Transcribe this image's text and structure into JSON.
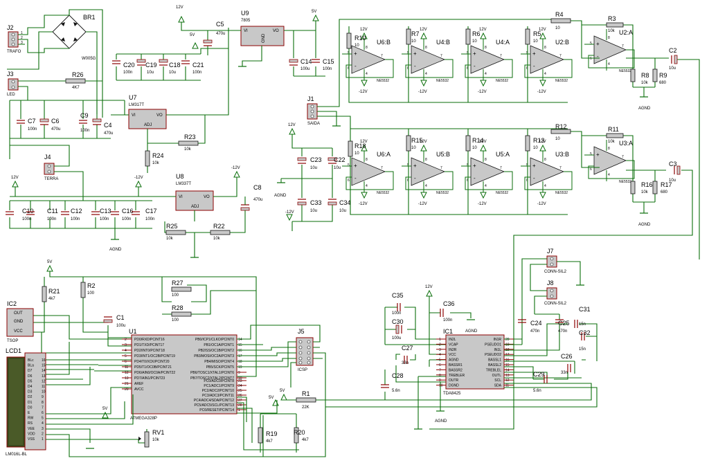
{
  "components": {
    "J2": {
      "ref": "J2",
      "value": "TRAFO"
    },
    "BR1": {
      "ref": "BR1",
      "value": "W005G"
    },
    "J3": {
      "ref": "J3",
      "value": "LED"
    },
    "R26": {
      "ref": "R26",
      "value": "4K7"
    },
    "C7": {
      "ref": "C7",
      "value": "100n"
    },
    "C6": {
      "ref": "C6",
      "value": "470u"
    },
    "C9": {
      "ref": "C9",
      "value": "100n"
    },
    "C4": {
      "ref": "C4",
      "value": "470u"
    },
    "U7": {
      "ref": "U7",
      "value": "LM317T"
    },
    "R23": {
      "ref": "R23",
      "value": "10k"
    },
    "R24": {
      "ref": "R24",
      "value": "10k"
    },
    "J4": {
      "ref": "J4",
      "value": "TERRA"
    },
    "C20": {
      "ref": "C20",
      "value": "100n"
    },
    "C19": {
      "ref": "C19",
      "value": "10u"
    },
    "C18": {
      "ref": "C18",
      "value": "10u"
    },
    "C21": {
      "ref": "C21",
      "value": "100n"
    },
    "C5": {
      "ref": "C5",
      "value": "470u"
    },
    "U9": {
      "ref": "U9",
      "value": "7805"
    },
    "C14": {
      "ref": "C14",
      "value": "100u"
    },
    "C15": {
      "ref": "C15",
      "value": "100n"
    },
    "U8": {
      "ref": "U8",
      "value": "LM337T"
    },
    "C8": {
      "ref": "C8",
      "value": "470u"
    },
    "R25": {
      "ref": "R25",
      "value": "10k"
    },
    "R22": {
      "ref": "R22",
      "value": "10k"
    },
    "C10": {
      "ref": "C10",
      "value": "100n"
    },
    "C11": {
      "ref": "C11",
      "value": "100n"
    },
    "C12": {
      "ref": "C12",
      "value": "100n"
    },
    "C13": {
      "ref": "C13",
      "value": "100n"
    },
    "C16": {
      "ref": "C16",
      "value": "100n"
    },
    "C17": {
      "ref": "C17",
      "value": "100n"
    },
    "J1": {
      "ref": "J1",
      "value": "SAIDA"
    },
    "C23": {
      "ref": "C23",
      "value": "10u"
    },
    "C22": {
      "ref": "C22",
      "value": "10u"
    },
    "C33": {
      "ref": "C33",
      "value": "10u"
    },
    "C34": {
      "ref": "C34",
      "value": "10u"
    },
    "R10": {
      "ref": "R10",
      "value": "10"
    },
    "R7": {
      "ref": "R7",
      "value": "10"
    },
    "R6": {
      "ref": "R6",
      "value": "10"
    },
    "R5": {
      "ref": "R5",
      "value": "10"
    },
    "R4": {
      "ref": "R4",
      "value": "10"
    },
    "R3": {
      "ref": "R3",
      "value": "10k"
    },
    "R8": {
      "ref": "R8",
      "value": "10k"
    },
    "R9": {
      "ref": "R9",
      "value": "680"
    },
    "C2": {
      "ref": "C2",
      "value": "10u"
    },
    "R18": {
      "ref": "R18",
      "value": "10"
    },
    "R15": {
      "ref": "R15",
      "value": "10"
    },
    "R14": {
      "ref": "R14",
      "value": "10"
    },
    "R13": {
      "ref": "R13",
      "value": "10"
    },
    "R12": {
      "ref": "R12",
      "value": "10"
    },
    "R11": {
      "ref": "R11",
      "value": "10k"
    },
    "R16": {
      "ref": "R16",
      "value": "10k"
    },
    "R17": {
      "ref": "R17",
      "value": "680"
    },
    "C3": {
      "ref": "C3",
      "value": "10u"
    },
    "U6B": {
      "ref": "U6:B",
      "value": "NE5532"
    },
    "U4B": {
      "ref": "U4:B",
      "value": "NE5532"
    },
    "U4A": {
      "ref": "U4:A",
      "value": "NE5532"
    },
    "U2B": {
      "ref": "U2:B",
      "value": "NE5532"
    },
    "U2A": {
      "ref": "U2:A",
      "value": "NE5532"
    },
    "U6A": {
      "ref": "U6:A",
      "value": "NE5532"
    },
    "U5B": {
      "ref": "U5:B",
      "value": "NE5532"
    },
    "U5A": {
      "ref": "U5:A",
      "value": "NE5532"
    },
    "U3B": {
      "ref": "U3:B",
      "value": "NE5532"
    },
    "U3A": {
      "ref": "U3:A",
      "value": "NE5532"
    },
    "IC2": {
      "ref": "IC2",
      "value": "TSOP"
    },
    "R21": {
      "ref": "R21",
      "value": "4k7"
    },
    "R2": {
      "ref": "R2",
      "value": "100"
    },
    "C1": {
      "ref": "C1",
      "value": "100u"
    },
    "R27": {
      "ref": "R27",
      "value": "100"
    },
    "R28": {
      "ref": "R28",
      "value": "100"
    },
    "U1": {
      "ref": "U1",
      "value": "ATMEGA328P"
    },
    "J5": {
      "ref": "J5",
      "value": "ICSP"
    },
    "R1": {
      "ref": "R1",
      "value": "22K"
    },
    "R19": {
      "ref": "R19",
      "value": "4k7"
    },
    "R20": {
      "ref": "R20",
      "value": "4k7"
    },
    "RV1": {
      "ref": "RV1",
      "value": "10k"
    },
    "LCD1": {
      "ref": "LCD1",
      "value": "LM016L-BL"
    },
    "J7": {
      "ref": "J7",
      "value": "CONN-SIL2"
    },
    "J8": {
      "ref": "J8",
      "value": "CONN-SIL2"
    },
    "C35": {
      "ref": "C35",
      "value": "100n"
    },
    "C36": {
      "ref": "C36",
      "value": "100n"
    },
    "C30": {
      "ref": "C30",
      "value": "100u"
    },
    "C27": {
      "ref": "C27",
      "value": "33n"
    },
    "C28": {
      "ref": "C28",
      "value": "5.6n"
    },
    "IC1": {
      "ref": "IC1",
      "value": "TDA8425"
    },
    "C24": {
      "ref": "C24",
      "value": "470n"
    },
    "C25": {
      "ref": "C25",
      "value": "470n"
    },
    "C31": {
      "ref": "C31",
      "value": "15n"
    },
    "C32": {
      "ref": "C32",
      "value": "15n"
    },
    "C26": {
      "ref": "C26",
      "value": "33n"
    },
    "C29": {
      "ref": "C29",
      "value": "5.6n"
    }
  },
  "rails": {
    "v12": "12V",
    "vm12": "-12V",
    "v5": "5V",
    "agnd": "AGND"
  },
  "u1": {
    "left_pins": [
      "PD0/RXD/PCINT16",
      "PD1/TXD/PCINT17",
      "PD2/INT0/PCINT18",
      "PD3/INT1/OC2B/PCINT19",
      "PD4/T0/XCK/PCINT20",
      "PD5/T1/OC0B/PCINT21",
      "PD6/AIN0/OC0A/PCINT22",
      "PD7/AIN1/PCINT23"
    ],
    "left_nums": [
      "2",
      "3",
      "4",
      "5",
      "6",
      "11",
      "12",
      "13"
    ],
    "left_extra": [
      "AREF",
      "AVCC"
    ],
    "left_extra_nums": [
      "21",
      "20"
    ],
    "right_pins": [
      "PB0/ICP1/CLKO/PCINT0",
      "PB1/OC1A/PCINT1",
      "PB2/SS/OC1B/PCINT2",
      "PB3/MOSI/OC2A/PCINT3",
      "PB4/MISO/PCINT4",
      "PB5/SCK/PCINT5",
      "PB6/TOSC1/XTAL1/PCINT6",
      "PB7/TOSC2/XTAL2/PCINT7"
    ],
    "right_nums": [
      "14",
      "15",
      "16",
      "17",
      "18",
      "19",
      "9",
      "10"
    ],
    "right_c_pins": [
      "PC0/ADC0/PCINT8",
      "PC1/ADC1/PCINT9",
      "PC2/ADC2/PCINT10",
      "PC3/ADC3/PCINT11",
      "PC4/ADC4/SDA/PCINT12",
      "PC5/ADC5/SCL/PCINT13",
      "PC6/RESET/PCINT14"
    ],
    "right_c_nums": [
      "23",
      "24",
      "25",
      "26",
      "27",
      "28",
      "1"
    ]
  },
  "ic1": {
    "left_pins": [
      "IN2L",
      "VCAP",
      "IN2R",
      "VCC",
      "AGND",
      "BASSR1",
      "BASSR2",
      "TREBLER",
      "OUTR",
      "DGND"
    ],
    "left_nums": [
      "1",
      "2",
      "3",
      "4",
      "5",
      "6",
      "7",
      "8",
      "9",
      "10"
    ],
    "right_pins": [
      "IN1R",
      "PSEUDO1",
      "IN1L",
      "PSEUDO2",
      "BASSL1",
      "BASSL2",
      "TREBLEL",
      "OUTL",
      "SCL",
      "SDA"
    ],
    "right_nums": [
      "20",
      "19",
      "18",
      "17",
      "16",
      "15",
      "14",
      "13",
      "12",
      "11"
    ]
  },
  "lcd": {
    "pins": [
      "BLc",
      "BLa",
      "D7",
      "D6",
      "D5",
      "D4",
      "D3",
      "D2",
      "D1",
      "D0",
      "E",
      "RW",
      "RS",
      "VEE",
      "VDD",
      "VSS"
    ],
    "nums": [
      "16",
      "15",
      "14",
      "13",
      "12",
      "11",
      "10",
      "9",
      "8",
      "7",
      "6",
      "5",
      "4",
      "3",
      "2",
      "1"
    ]
  },
  "ic2_pins": [
    "OUT",
    "GND",
    "VCC"
  ],
  "u9_pins": {
    "vi": "VI",
    "vo": "VO",
    "gnd": "GND"
  },
  "u7_pins": {
    "vi": "VI",
    "vo": "VO",
    "adj": "ADJ"
  },
  "pin_nums": {
    "p1": "1",
    "p2": "2",
    "p3": "3",
    "p4": "4",
    "p5": "5",
    "p6": "6",
    "p7": "7",
    "p8": "8",
    "p9": "9",
    "p10": "10"
  },
  "opamp_sign": {
    "plus": "+",
    "minus": "-"
  }
}
